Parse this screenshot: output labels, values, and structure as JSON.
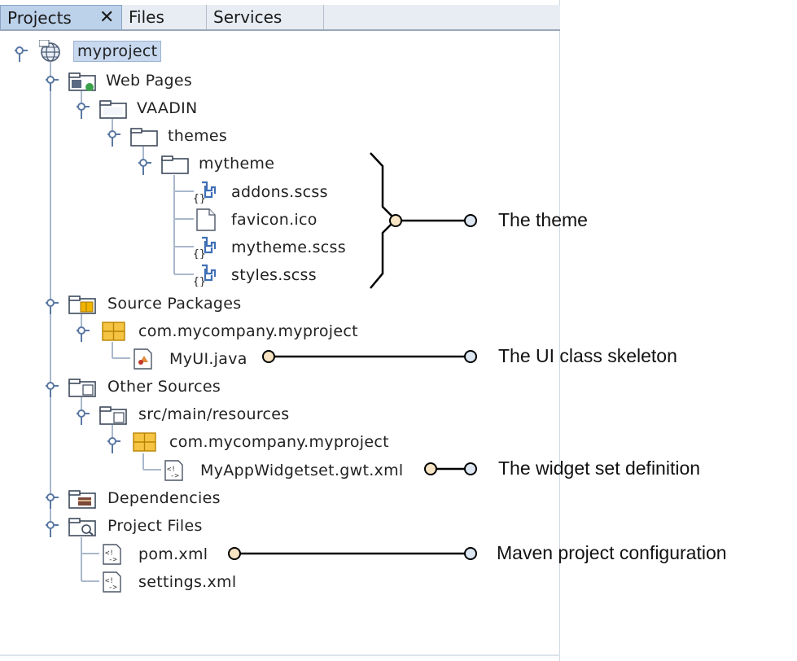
{
  "tabs": [
    {
      "label": "Projects",
      "active": true
    },
    {
      "label": "Files"
    },
    {
      "label": "Services"
    }
  ],
  "tab_close": "✕",
  "tree": {
    "root": "myproject",
    "web_pages": "Web Pages",
    "vaadin": "VAADIN",
    "themes": "themes",
    "mytheme": "mytheme",
    "addons": "addons.scss",
    "favicon": "favicon.ico",
    "mytheme_scss": "mytheme.scss",
    "styles": "styles.scss",
    "source_packages": "Source Packages",
    "src_pkg": "com.mycompany.myproject",
    "myui": "MyUI.java",
    "other_sources": "Other Sources",
    "resources": "src/main/resources",
    "res_pkg": "com.mycompany.myproject",
    "widgetset": "MyAppWidgetset.gwt.xml",
    "dependencies": "Dependencies",
    "project_files": "Project Files",
    "pom": "pom.xml",
    "settings": "settings.xml"
  },
  "callouts": {
    "theme": "The theme",
    "ui_class": "The UI class skeleton",
    "widgetset": "The widget set definition",
    "maven": "Maven project configuration"
  },
  "colors": {
    "tree_line": "#a9b8cc",
    "expander": "#5a78a3",
    "callout_line": "#000000",
    "callout_start_dot": "#f7e4c3",
    "callout_end_dot": "#dde6f3",
    "selection": "#c7d8ef",
    "package_icon": "#f0b400"
  }
}
